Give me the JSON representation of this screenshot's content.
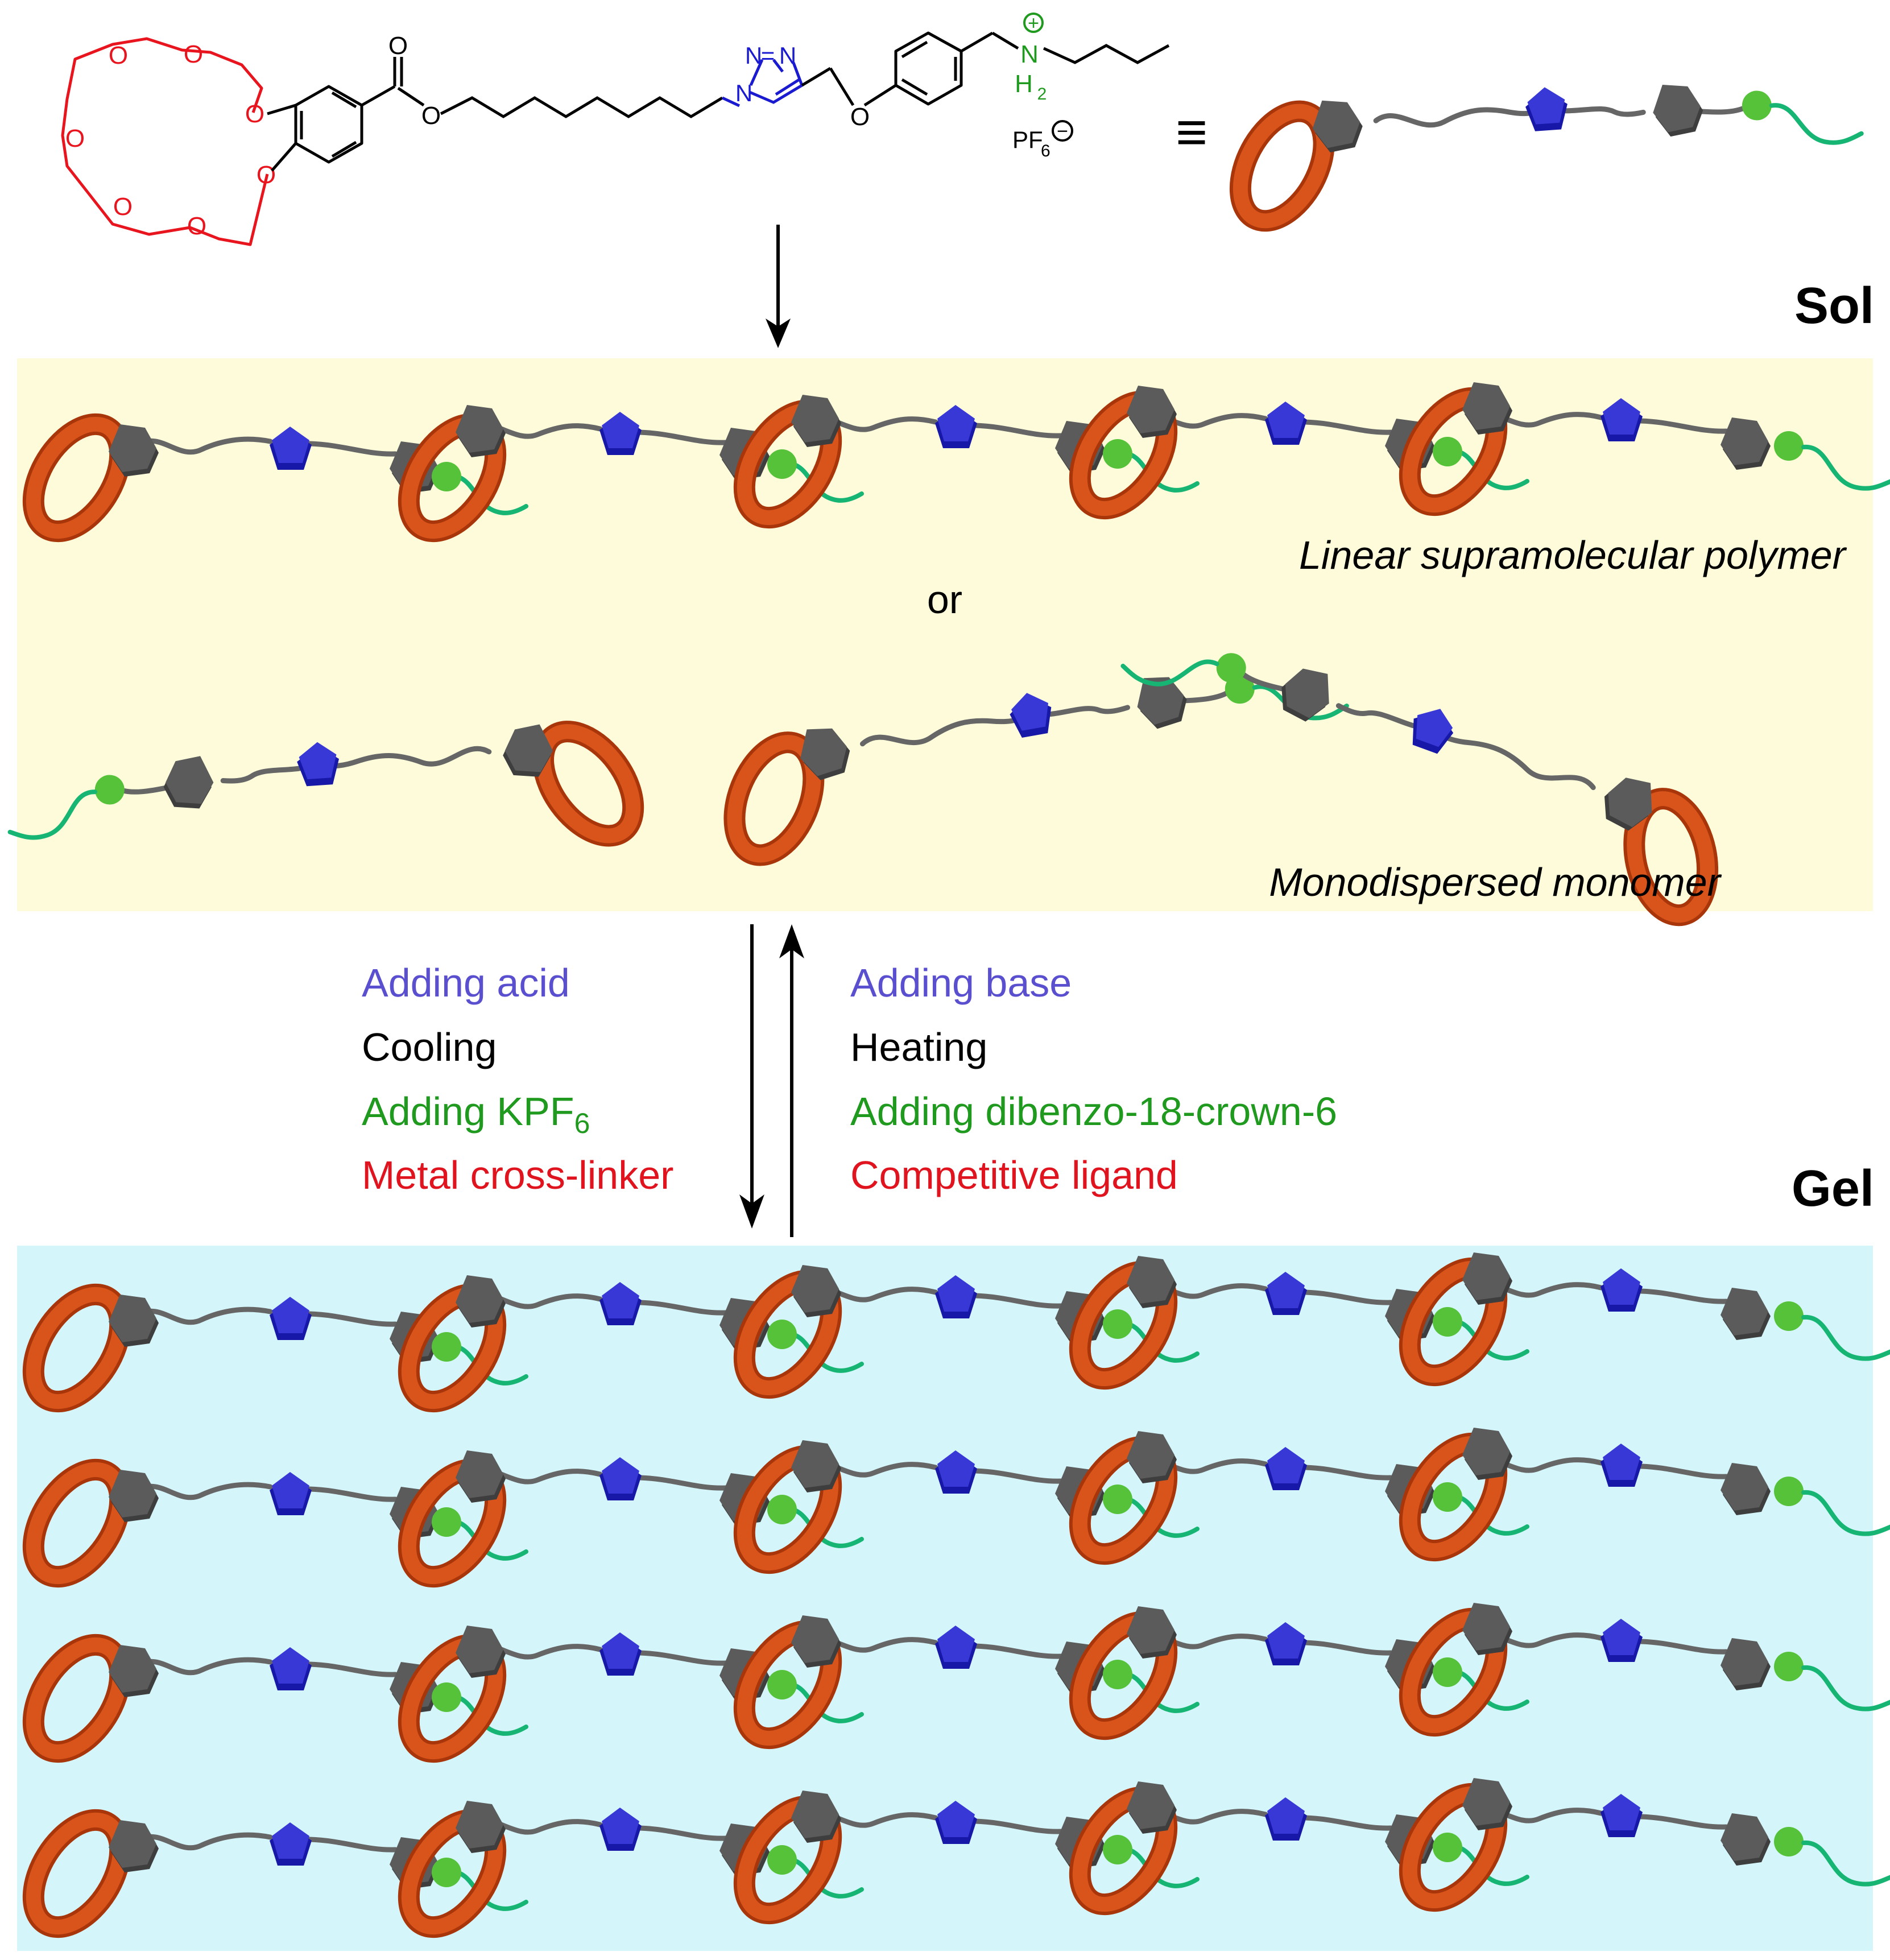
{
  "structure": {
    "carbonyl_o": "O",
    "ester_o": "O",
    "ether_o": "O",
    "crown_o": "O",
    "triazole_n1": "N",
    "triazole_eq": "=",
    "triazole_n2": "N",
    "triazole_n3": "N",
    "ammonium_n": "N",
    "ammonium_h": "H",
    "ammonium_h_sub": "2",
    "plus_sign": "+",
    "counterion": "PF",
    "counterion_sub": "6",
    "minus_sign": "−",
    "equiv_symbol": "≡"
  },
  "states": {
    "sol": "Sol",
    "gel": "Gel"
  },
  "sol_panel": {
    "polymer_label": "Linear supramolecular polymer",
    "or_label": "or",
    "monomer_label": "Monodispersed monomer"
  },
  "conditions": {
    "forward": [
      {
        "text": "Adding acid",
        "color": "#5a4fcf"
      },
      {
        "text": "Cooling",
        "color": "#000000"
      },
      {
        "text": "Adding KPF",
        "sub": "6",
        "color": "#1f9a1f"
      },
      {
        "text": "Metal cross-linker",
        "color": "#e0141e"
      }
    ],
    "reverse": [
      {
        "text": "Adding base",
        "color": "#5a4fcf"
      },
      {
        "text": "Heating",
        "color": "#000000"
      },
      {
        "text": "Adding dibenzo-18-crown-6",
        "color": "#1f9a1f"
      },
      {
        "text": "Competitive ligand",
        "color": "#e0141e"
      }
    ]
  },
  "colors": {
    "crown_red": "#e8141e",
    "triazole_blue": "#1a1ad0",
    "ammonium_green": "#1f9a1f",
    "ring_orange": "#d24a10",
    "hexagon_gray": "#4d4d4d",
    "pentagon_blue": "#2d2dc8",
    "ball_green": "#55c23a",
    "tail_green": "#17b573",
    "sol_bg": "#fdfbd9",
    "gel_bg": "#d4f6fb"
  }
}
